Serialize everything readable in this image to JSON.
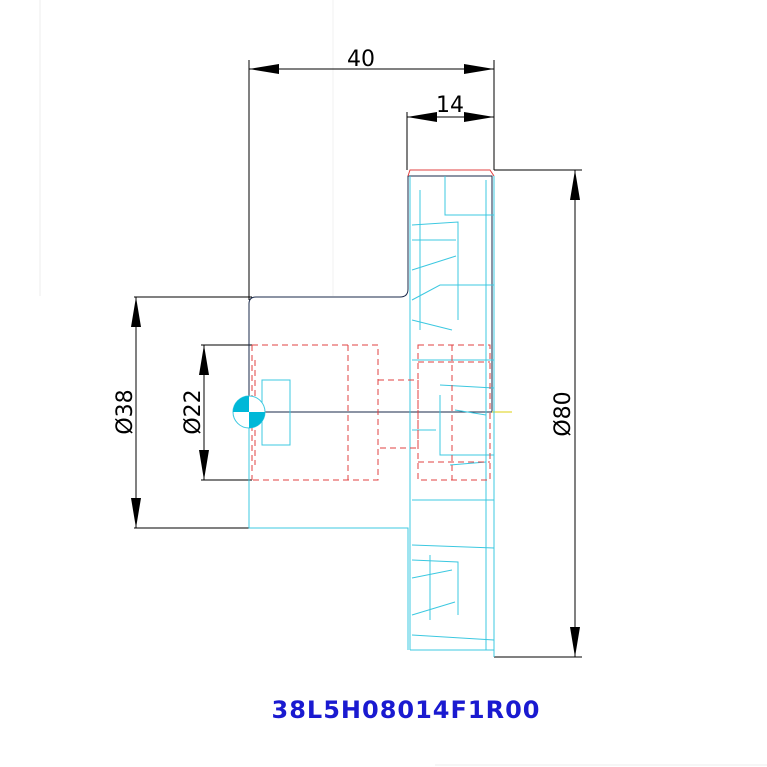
{
  "dimensions": {
    "overall_length": "40",
    "gear_width": "14",
    "hub_diameter": "Ø38",
    "bore_diameter": "Ø22",
    "outer_diameter": "Ø80"
  },
  "part_number": "38L5H08014F1R00",
  "colors": {
    "dimension_lines": "#000000",
    "visible_outline": "#1a2a4a",
    "section_lines": "#3cc8e0",
    "hidden_lines": "#e04040",
    "part_number_text": "#1a1ad0",
    "center_mark": "#00c8e0",
    "centerline": "#e8e060"
  }
}
